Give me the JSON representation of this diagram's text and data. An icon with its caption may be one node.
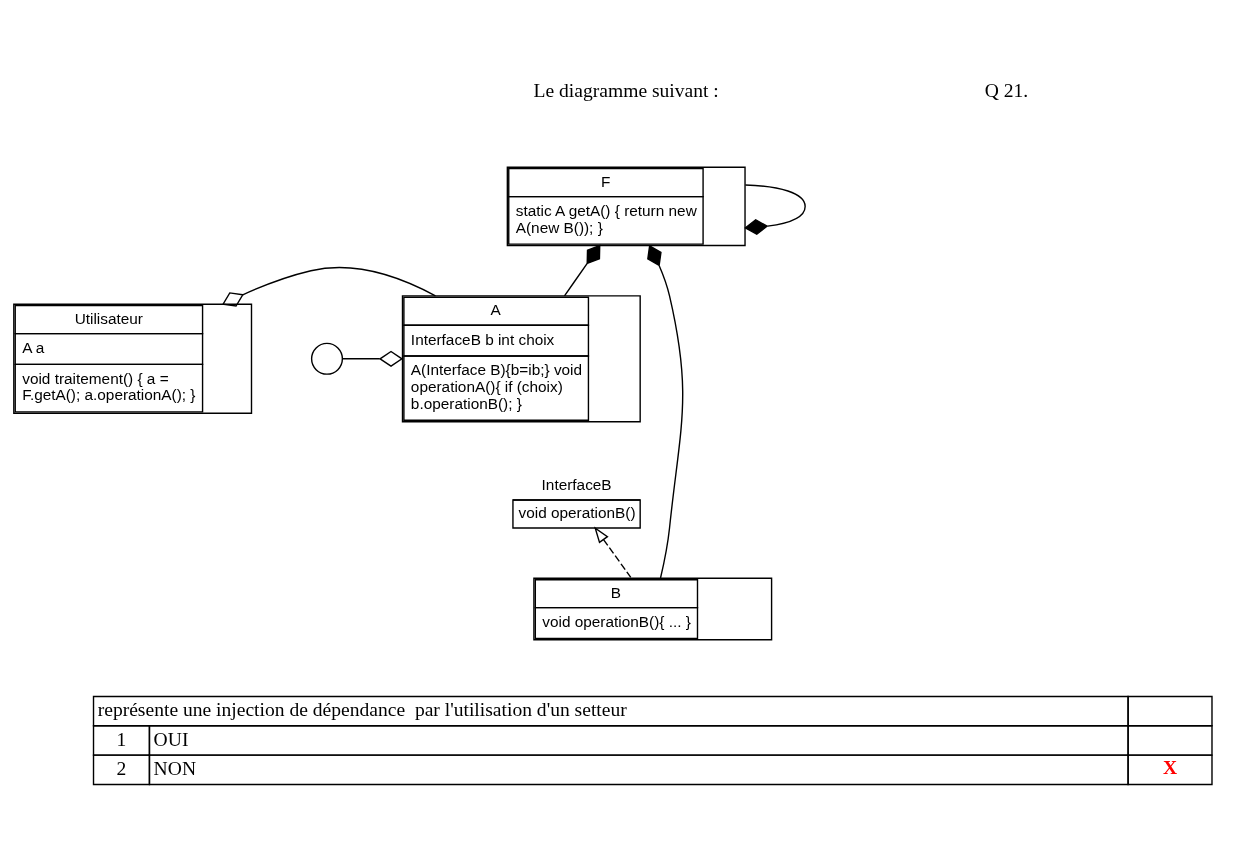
{
  "diagram": {
    "nodes": [
      {
        "text": [
          "F",
          "static A getA() { return new A(new B()); }"
        ]
      },
      {
        "text": [
          "Utilisateur",
          "A a",
          "void traitement() { a = F.getA(); a.operationA(); }"
        ]
      },
      {
        "text": [
          "A",
          "InterfaceB b int choix",
          "A(Interface B){b=ib;} void operationA(){ if (choix) b.operationB(); }"
        ]
      },
      {
        "text": [],
        "shape": "circle"
      },
      {
        "text": [
          "InterfaceB",
          "void operationB()"
        ]
      },
      {
        "text": [
          "B",
          "void operationB(){ ... }"
        ]
      }
    ],
    "edges": [
      {
        "from": 0,
        "to": 0,
        "arrow": "other"
      },
      {
        "from": 5,
        "to": 0,
        "arrow": "other"
      },
      {
        "from": 2,
        "to": 0,
        "arrow": "other"
      },
      {
        "from": 2,
        "to": 1,
        "arrow": "other"
      },
      {
        "from": 3,
        "to": 2,
        "arrow": "other"
      },
      {
        "from": 5,
        "to": 4,
        "arrow": "to",
        "style": "dashed"
      }
    ],
    "labels": [
      "Le diagramme suivant :",
      "Q 21.",
      "représente une injection de dépendance  par l'utilisation d'un setteur",
      "1",
      "OUI",
      "2",
      "NON",
      "X"
    ]
  }
}
